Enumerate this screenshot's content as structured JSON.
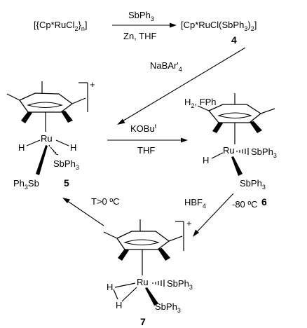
{
  "top_reaction": {
    "reactant": "[{Cp*RuCl",
    "reactant_sub2": "2",
    "reactant_end": "}",
    "reactant_subn": "n",
    "reactant_close": "]",
    "reagent_above": "SbPh",
    "reagent_above_sub": "3",
    "reagent_below": "Zn, THF",
    "product": "[Cp*RuCl(SbPh",
    "product_sub": "3",
    "product_close": ")",
    "product_sub2": "2",
    "product_end": "]",
    "product_number": "4"
  },
  "step_4_to_5": {
    "reagent_1": "NaBAr'",
    "reagent_1_sub": "4",
    "reagent_2": "H",
    "reagent_2_sub": "2",
    "reagent_2_rest": ", FPh"
  },
  "step_5_to_6": {
    "reagent_above": "KOBu",
    "reagent_above_sup": "t",
    "reagent_below": "THF"
  },
  "step_6_to_7": {
    "reagent": "HBF",
    "reagent_sub": "4",
    "temperature": "-80 ºC",
    "footnote": "6"
  },
  "step_7_to_5": {
    "condition": "T>0 ºC"
  },
  "compound_5": {
    "number": "5",
    "charge": "+",
    "metal": "Ru",
    "hydride_left": "H",
    "hydride_right": "H",
    "ligand_right": "SbPh",
    "ligand_right_sub": "3",
    "ligand_left": "Ph",
    "ligand_left_sub": "3",
    "ligand_left_end": "Sb"
  },
  "compound_6": {
    "metal": "Ru",
    "hydride": "H",
    "ligand_1": "SbPh",
    "ligand_1_sub": "3",
    "ligand_2": "SbPh",
    "ligand_2_sub": "3"
  },
  "compound_7": {
    "number": "7",
    "charge": "+",
    "metal": "Ru",
    "dihydrogen_1": "H",
    "dihydrogen_2": "H",
    "ligand_1": "SbPh",
    "ligand_1_sub": "3",
    "ligand_2": "SbPh",
    "ligand_2_sub": "3"
  }
}
